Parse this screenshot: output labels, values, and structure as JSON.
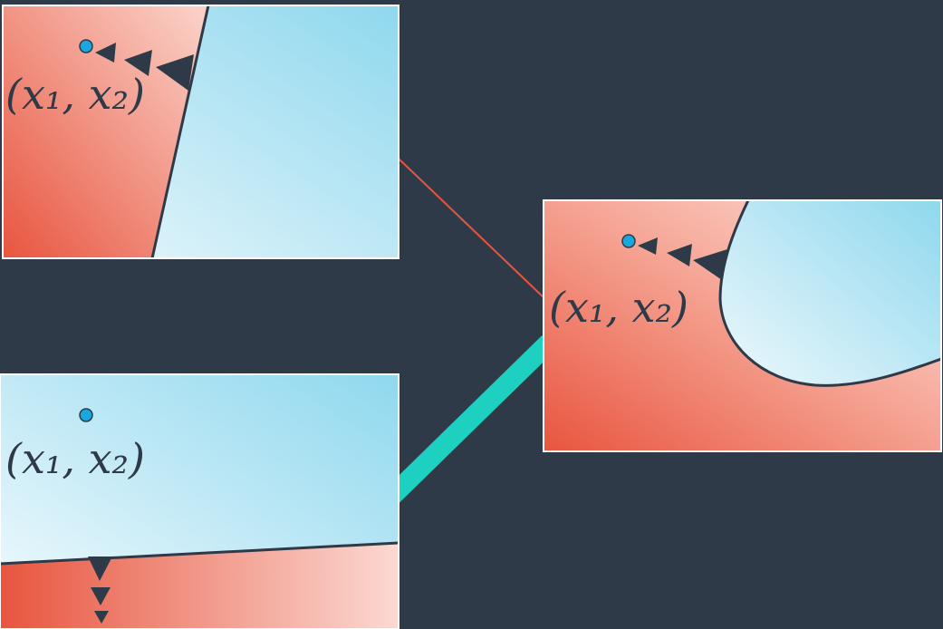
{
  "colors": {
    "background": "#2e3a48",
    "region_red_dark": "#e8553f",
    "region_red_light": "#fbd9d2",
    "region_blue_dark": "#8fd8ee",
    "region_blue_light": "#e9f6fb",
    "point": "#1aa7e0",
    "arrow": "#2e3a48",
    "connector_thin": "#e8553f",
    "connector_thick": "#1dd0c0",
    "panel_border": "#ffffff"
  },
  "panels": [
    {
      "id": "top-left",
      "point_label": "(x₁, x₂)",
      "boundary": "line",
      "gradient_arrows": 3
    },
    {
      "id": "bottom-left",
      "point_label": "(x₁, x₂)",
      "boundary": "line",
      "gradient_arrows": 3
    },
    {
      "id": "right",
      "point_label": "(x₁, x₂)",
      "boundary": "curve",
      "gradient_arrows": 3
    }
  ]
}
